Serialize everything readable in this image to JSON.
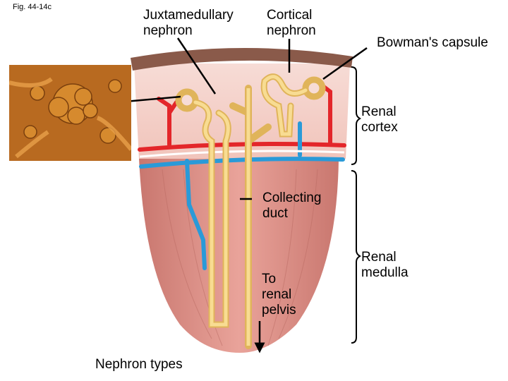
{
  "figure_label": "Fig. 44-14c",
  "labels": {
    "juxtamedullary": "Juxtamedullary nephron",
    "cortical": "Cortical nephron",
    "bowmans_capsule": "Bowman's capsule",
    "renal_cortex": "Renal cortex",
    "collecting_duct": "Collecting duct",
    "renal_medulla": "Renal medulla",
    "to_renal_pelvis": "To renal pelvis",
    "nephron_types": "Nephron types"
  },
  "colors": {
    "capsule": "#8a5a4a",
    "cortex": "#f3c8c0",
    "medulla": "#dc8e86",
    "artery": "#e3262a",
    "vein": "#2a9ad8",
    "tubule": "#f2cf7e",
    "photo": "#c07020"
  }
}
